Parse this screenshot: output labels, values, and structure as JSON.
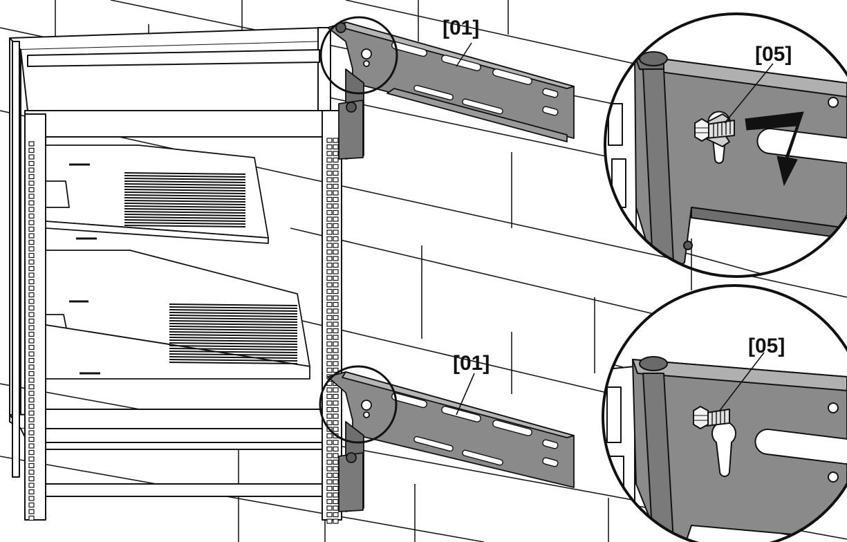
{
  "callouts": {
    "top_bracket": "[01]",
    "bottom_bracket": "[01]",
    "top_detail_fastener": "[05]",
    "bottom_detail_fastener": "[05]"
  },
  "colors": {
    "line": "#111111",
    "bracket_fill": "#8a8a8a",
    "bracket_dark": "#5f5f5f",
    "rack_fill": "#ffffff",
    "wall_line": "#1a1a1a",
    "arrow": "#111111"
  },
  "icons": {
    "rotation_arrow": "turn-down-arrow-icon",
    "detail_magnifier": "circle-detail-icon"
  }
}
